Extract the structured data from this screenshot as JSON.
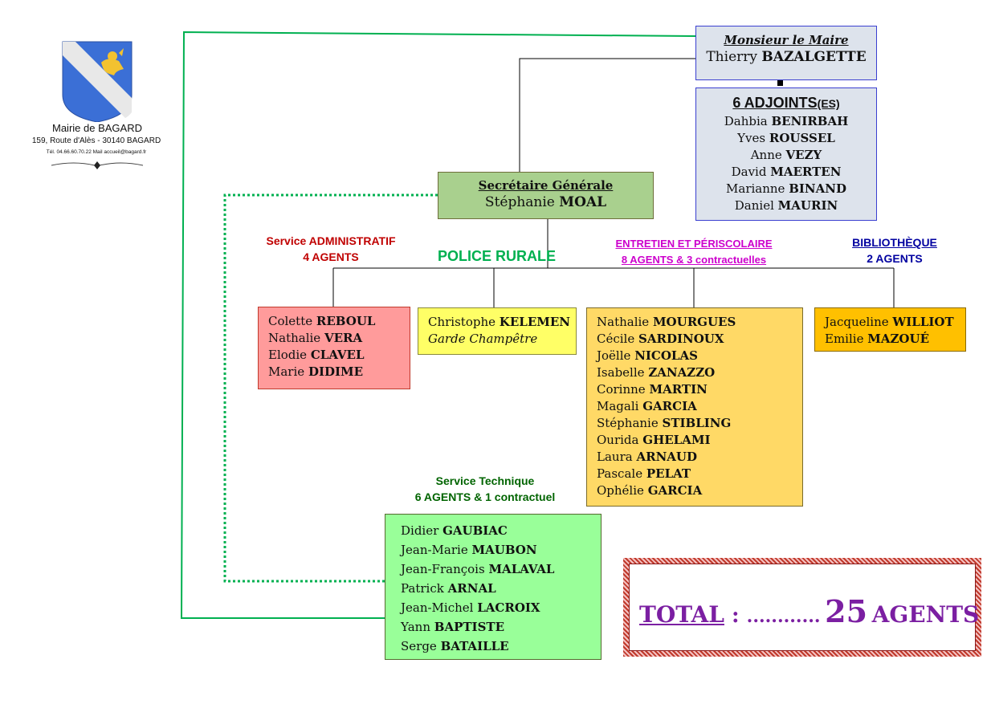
{
  "logo": {
    "name": "Mairie de BAGARD",
    "address": "159, Route d'Alès - 30140 BAGARD",
    "contact": "Tél. 04.66.60.70.22  Mail accueil@bagard.fr",
    "colors": {
      "shield": "#3b6fd6",
      "band": "#e8e8e8",
      "lion": "#f2c230"
    }
  },
  "mayor": {
    "role": "Monsieur le Maire",
    "first": "Thierry",
    "last": "BAZALGETTE"
  },
  "adjoints": {
    "title": "6 ADJOINTS",
    "title_suffix": "(ES)",
    "people": [
      {
        "first": "Dahbia",
        "last": "BENIRBAH"
      },
      {
        "first": "Yves",
        "last": "ROUSSEL"
      },
      {
        "first": "Anne",
        "last": "VEZY"
      },
      {
        "first": "David",
        "last": "MAERTEN"
      },
      {
        "first": "Marianne",
        "last": "BINAND"
      },
      {
        "first": "Daniel",
        "last": "MAURIN"
      }
    ]
  },
  "secretary": {
    "role": "Secrétaire Générale",
    "first": "Stéphanie",
    "last": "MOAL"
  },
  "services": {
    "admin": {
      "line1": "Service ADMINISTRATIF",
      "line2": "4 AGENTS",
      "color": "#c00000",
      "people": [
        {
          "first": "Colette",
          "last": "REBOUL"
        },
        {
          "first": "Nathalie",
          "last": "VERA"
        },
        {
          "first": "Elodie",
          "last": "CLAVEL"
        },
        {
          "first": "Marie",
          "last": "DIDIME"
        }
      ]
    },
    "police": {
      "line1": "POLICE RURALE",
      "color": "#00b050",
      "people": [
        {
          "first": "Christophe",
          "last": "KELEMEN"
        }
      ],
      "role": "Garde Champêtre"
    },
    "entretien": {
      "line1": "ENTRETIEN ET PÉRISCOLAIRE",
      "line2": "8 AGENTS & 3 contractuelles",
      "color": "#cc00cc",
      "people": [
        {
          "first": "Nathalie",
          "last": "MOURGUES"
        },
        {
          "first": "Cécile",
          "last": "SARDINOUX"
        },
        {
          "first": "Joëlle",
          "last": "NICOLAS"
        },
        {
          "first": "Isabelle",
          "last": "ZANAZZO"
        },
        {
          "first": "Corinne",
          "last": "MARTIN"
        },
        {
          "first": "Magali",
          "last": "GARCIA"
        },
        {
          "first": "Stéphanie",
          "last": "STIBLING"
        },
        {
          "first": "Ourida",
          "last": "GHELAMI"
        },
        {
          "first": "Laura",
          "last": "ARNAUD"
        },
        {
          "first": "Pascale",
          "last": "PELAT"
        },
        {
          "first": "Ophélie",
          "last": "GARCIA"
        }
      ]
    },
    "biblio": {
      "line1": "BIBLIOTHÈQUE",
      "line2": "2 AGENTS",
      "color": "#0000a0",
      "people": [
        {
          "first": "Jacqueline",
          "last": "WILLIOT"
        },
        {
          "first": "Emilie",
          "last": "MAZOUÉ"
        }
      ]
    },
    "technique": {
      "line1": "Service Technique",
      "line2": "6 AGENTS & 1 contractuel",
      "color": "#006400",
      "people": [
        {
          "first": "Didier",
          "last": "GAUBIAC"
        },
        {
          "first": "Jean-Marie",
          "last": "MAUBON"
        },
        {
          "first": "Jean-François",
          "last": "MALAVAL"
        },
        {
          "first": "Patrick",
          "last": "ARNAL"
        },
        {
          "first": "Jean-Michel",
          "last": "LACROIX"
        },
        {
          "first": "Yann",
          "last": "BAPTISTE"
        },
        {
          "first": "Serge",
          "last": "BATAILLE"
        }
      ]
    }
  },
  "total": {
    "label": "TOTAL",
    "sep": " : ",
    "dots": "............",
    "number": "25",
    "unit": "AGENTS",
    "color": "#7b1fa2"
  },
  "connector_colors": {
    "mayor_to_tech": "#00b050",
    "sec_to_tech": "#00b050",
    "tree": "#000000"
  }
}
